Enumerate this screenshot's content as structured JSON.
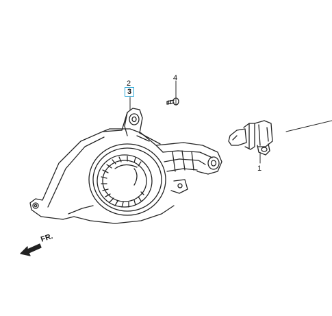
{
  "callouts": {
    "part_2": "2",
    "part_3": "3",
    "part_4": "4",
    "part_1": "1"
  },
  "direction": {
    "label": "FR."
  },
  "colors": {
    "line": "#222222",
    "highlight": "#2aa6d6"
  }
}
